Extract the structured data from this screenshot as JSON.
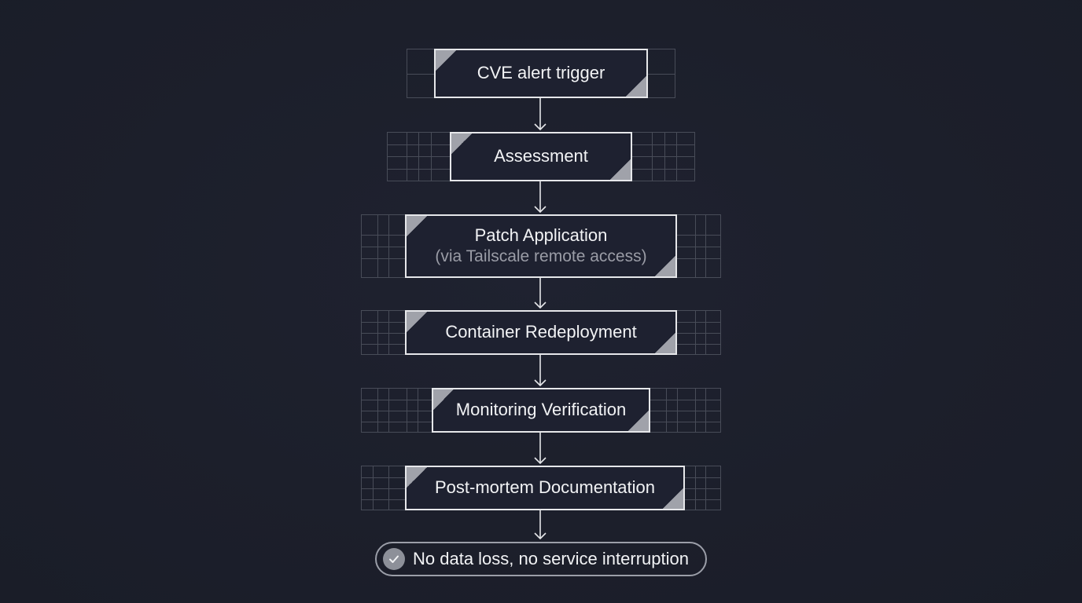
{
  "diagram": {
    "type": "vertical-flowchart",
    "colors": {
      "background": "#1c1f2b",
      "node_fill": "#1e2130",
      "node_border": "#e6e7ea",
      "corner_accent": "#a0a2aa",
      "grid_line": "#484c58",
      "text_primary": "#f2f3f5",
      "text_secondary": "#9a9ca6",
      "pill_border": "#9b9ea8",
      "check_fill": "#8d9099"
    },
    "nodes": [
      {
        "id": "cve-alert-trigger",
        "label": "CVE alert trigger"
      },
      {
        "id": "assessment",
        "label": "Assessment"
      },
      {
        "id": "patch-application",
        "label": "Patch Application",
        "sublabel": "(via Tailscale remote access)"
      },
      {
        "id": "container-redeployment",
        "label": "Container Redeployment"
      },
      {
        "id": "monitoring-verification",
        "label": "Monitoring Verification"
      },
      {
        "id": "post-mortem-documentation",
        "label": "Post-mortem Documentation"
      }
    ],
    "edges": [
      {
        "from": "cve-alert-trigger",
        "to": "assessment"
      },
      {
        "from": "assessment",
        "to": "patch-application"
      },
      {
        "from": "patch-application",
        "to": "container-redeployment"
      },
      {
        "from": "container-redeployment",
        "to": "monitoring-verification"
      },
      {
        "from": "monitoring-verification",
        "to": "post-mortem-documentation"
      },
      {
        "from": "post-mortem-documentation",
        "to": "outcome"
      }
    ],
    "outcome": {
      "icon": "check-circle-icon",
      "label": "No data loss, no service interruption"
    }
  }
}
